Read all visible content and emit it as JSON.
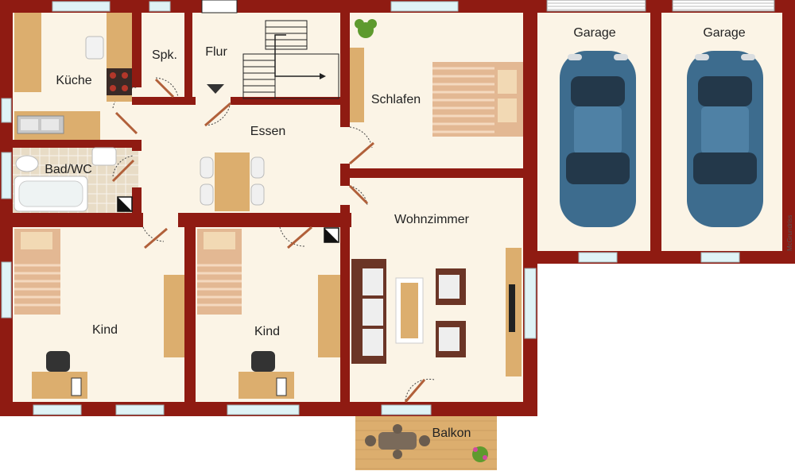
{
  "colors": {
    "wall": "#8f1b12",
    "floor": "#fbf4e6",
    "bath_tile": "#e8dcc6",
    "wood": "#dcae6e",
    "window": "#dff3f6",
    "car": "#3d6c8e",
    "car_dark": "#23384a",
    "sofa": "#6b3526",
    "cushion": "#eeeeee",
    "plant": "#5e9a2e"
  },
  "rooms": {
    "kueche": "Küche",
    "spk": "Spk.",
    "flur": "Flur",
    "essen": "Essen",
    "bad": "Bad/WC",
    "schlafen": "Schlafen",
    "garage_1": "Garage",
    "garage_2": "Garage",
    "wohnzimmer": "Wohnzimmer",
    "kind_1": "Kind",
    "kind_2": "Kind",
    "balkon": "Balkon"
  },
  "credit": "McGrundriss",
  "icons": {
    "plant": "plant-icon",
    "car": "car-icon",
    "stairs_arrow": "arrow-icon",
    "flur_marker": "triangle-down-icon",
    "chimney": "chimney-icon"
  }
}
